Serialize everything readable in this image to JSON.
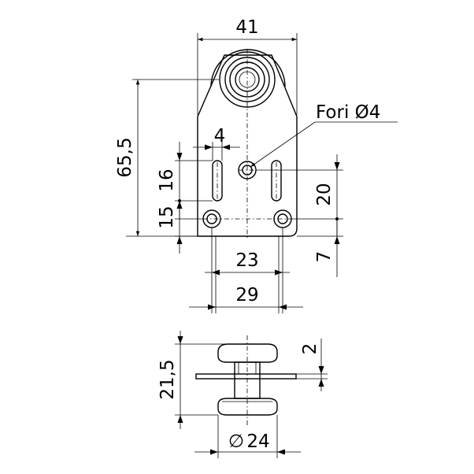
{
  "drawing": {
    "note": "Fori Ø4",
    "top_view": {
      "width_dim": "41",
      "height_dim": "65,5",
      "slot_width_dim": "4",
      "slot_length_dim": "16",
      "hole_vertical_dim": "15",
      "right_vertical_dim": "20",
      "bottom_offset_dim": "7",
      "hole_spacing_dim": "23",
      "base_width_dim": "29"
    },
    "side_view": {
      "height_dim": "21,5",
      "plate_thickness_dim": "2",
      "diameter_dim": "24",
      "diameter_symbol": "∅"
    }
  }
}
